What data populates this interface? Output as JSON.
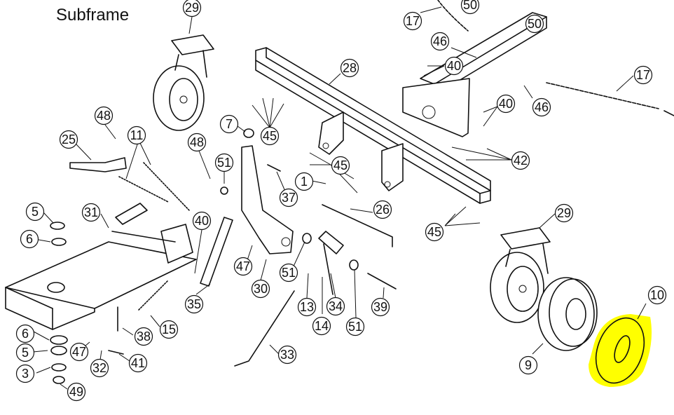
{
  "title": "Subframe",
  "highlight_color": "#ffff00",
  "callouts": [
    {
      "id": "c29a",
      "label": "29"
    },
    {
      "id": "c17a",
      "label": "17"
    },
    {
      "id": "c50a",
      "label": "50"
    },
    {
      "id": "c50b",
      "label": "50"
    },
    {
      "id": "c46a",
      "label": "46"
    },
    {
      "id": "c40a",
      "label": "40"
    },
    {
      "id": "c28",
      "label": "28"
    },
    {
      "id": "c17b",
      "label": "17"
    },
    {
      "id": "c46b",
      "label": "46"
    },
    {
      "id": "c40b",
      "label": "40"
    },
    {
      "id": "c48a",
      "label": "48"
    },
    {
      "id": "c7",
      "label": "7"
    },
    {
      "id": "c45a",
      "label": "45"
    },
    {
      "id": "c25",
      "label": "25"
    },
    {
      "id": "c11",
      "label": "11"
    },
    {
      "id": "c48b",
      "label": "48"
    },
    {
      "id": "c51a",
      "label": "51"
    },
    {
      "id": "c45b",
      "label": "45"
    },
    {
      "id": "c42",
      "label": "42"
    },
    {
      "id": "c1",
      "label": "1"
    },
    {
      "id": "c37",
      "label": "37"
    },
    {
      "id": "c26",
      "label": "26"
    },
    {
      "id": "c29b",
      "label": "29"
    },
    {
      "id": "c5a",
      "label": "5"
    },
    {
      "id": "c31",
      "label": "31"
    },
    {
      "id": "c40c",
      "label": "40"
    },
    {
      "id": "c45c",
      "label": "45"
    },
    {
      "id": "c6a",
      "label": "6"
    },
    {
      "id": "c47a",
      "label": "47"
    },
    {
      "id": "c51b",
      "label": "51"
    },
    {
      "id": "c30",
      "label": "30"
    },
    {
      "id": "c35",
      "label": "35"
    },
    {
      "id": "c13",
      "label": "13"
    },
    {
      "id": "c34",
      "label": "34"
    },
    {
      "id": "c39",
      "label": "39"
    },
    {
      "id": "c10",
      "label": "10"
    },
    {
      "id": "c14",
      "label": "14"
    },
    {
      "id": "c51c",
      "label": "51"
    },
    {
      "id": "c15",
      "label": "15"
    },
    {
      "id": "c6b",
      "label": "6"
    },
    {
      "id": "c38",
      "label": "38"
    },
    {
      "id": "c5b",
      "label": "5"
    },
    {
      "id": "c47b",
      "label": "47"
    },
    {
      "id": "c33",
      "label": "33"
    },
    {
      "id": "c9",
      "label": "9"
    },
    {
      "id": "c41",
      "label": "41"
    },
    {
      "id": "c3",
      "label": "3"
    },
    {
      "id": "c32",
      "label": "32"
    },
    {
      "id": "c49",
      "label": "49"
    }
  ]
}
